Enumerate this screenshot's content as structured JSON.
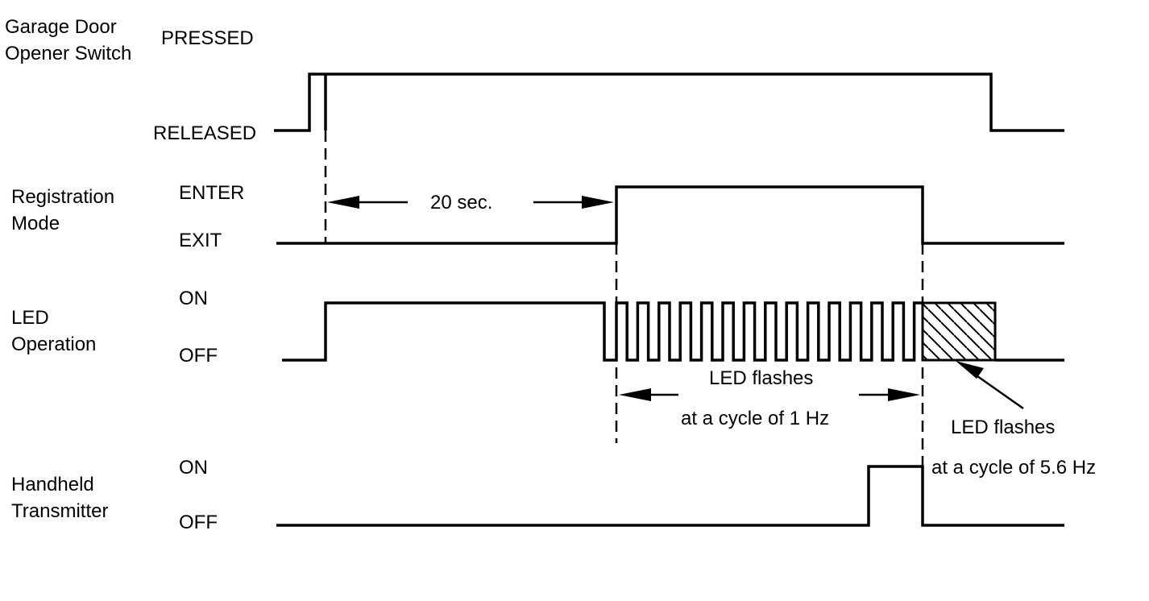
{
  "signals": {
    "switch": {
      "name_line1": "Garage Door",
      "name_line2": "Opener Switch",
      "high": "PRESSED",
      "low": "RELEASED"
    },
    "registration": {
      "name_line1": "Registration",
      "name_line2": "Mode",
      "high": "ENTER",
      "low": "EXIT"
    },
    "led": {
      "name_line1": "LED",
      "name_line2": "Operation",
      "high": "ON",
      "low": "OFF"
    },
    "transmitter": {
      "name_line1": "Handheld",
      "name_line2": "Transmitter",
      "high": "ON",
      "low": "OFF"
    }
  },
  "annotations": {
    "delay": "20 sec.",
    "slow_flash_line1": "LED flashes",
    "slow_flash_line2": "at a cycle of 1 Hz",
    "fast_flash_line1": "LED flashes",
    "fast_flash_line2": "at a cycle of 5.6 Hz"
  }
}
